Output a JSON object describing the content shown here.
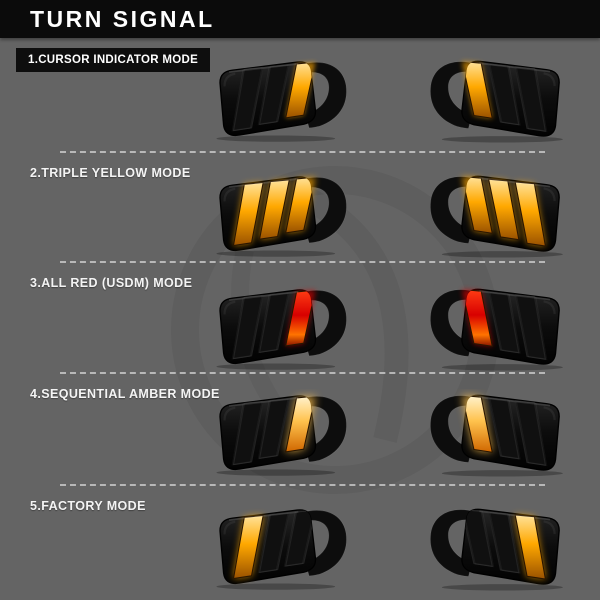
{
  "page": {
    "background": "#646464"
  },
  "header": {
    "title": "TURN SIGNAL",
    "background": "#0b0b0b",
    "text_color": "#ffffff"
  },
  "badge_background": "#0e0e0e",
  "separator_color": "#e6e6e6",
  "modes": [
    {
      "label": "1.CURSOR INDICATOR MODE",
      "label_badge": true,
      "light_color": "amber",
      "lit_slats": [
        2
      ],
      "glow": 0.45
    },
    {
      "label": "2.TRIPLE YELLOW MODE",
      "label_badge": false,
      "light_color": "amber",
      "lit_slats": [
        0,
        1,
        2
      ],
      "glow": 0.7
    },
    {
      "label": "3.ALL RED (USDM) MODE",
      "label_badge": false,
      "light_color": "red",
      "lit_slats": [
        2
      ],
      "glow": 0.5
    },
    {
      "label": "4.SEQUENTIAL AMBER MODE",
      "label_badge": false,
      "light_color": "amber_bright",
      "lit_slats": [
        2
      ],
      "glow": 1.0
    },
    {
      "label": "5.FACTORY MODE",
      "label_badge": false,
      "light_color": "amber",
      "lit_slats": [
        0
      ],
      "glow": 0.8
    }
  ],
  "light_colors": {
    "amber": {
      "top": "#ffe29a",
      "mid": "#ffa800",
      "bottom": "#9a5200"
    },
    "amber_bright": {
      "top": "#fff3cf",
      "mid": "#ffc24d",
      "bottom": "#d06700"
    },
    "red": {
      "top": "#ff3d14",
      "mid": "#d80000",
      "bottom": "#8a1500",
      "tip": "#ff7300"
    }
  }
}
